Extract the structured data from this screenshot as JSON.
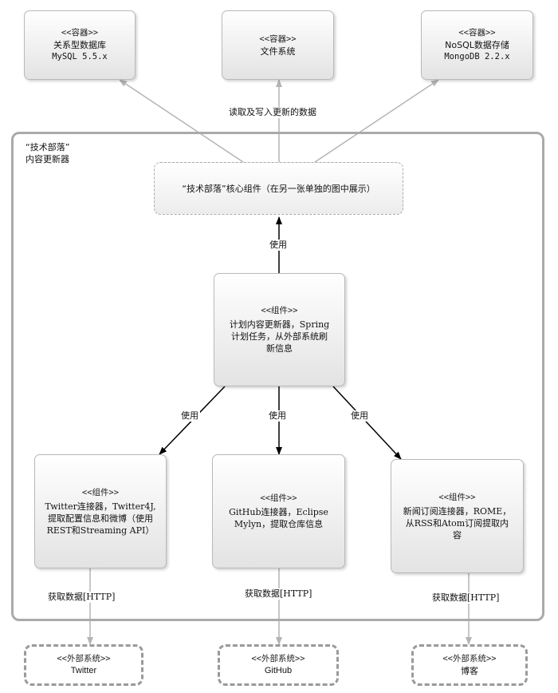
{
  "boundary": {
    "label_line1": "“技术部落”",
    "label_line2": "内容更新器"
  },
  "containers": [
    {
      "stereotype": "<<容器>>",
      "name": "关系型数据库",
      "tech": "MySQL 5.5.x"
    },
    {
      "stereotype": "<<容器>>",
      "name": "文件系统",
      "tech": ""
    },
    {
      "stereotype": "<<容器>>",
      "name": "NoSQL数据存储",
      "tech": "MongoDB 2.2.x"
    }
  ],
  "core": {
    "text": "“技术部落”核心组件（在另一张单独的图中展示）"
  },
  "scheduler": {
    "stereotype": "<<组件>>",
    "line1": "计划内容更新器，Spring",
    "line2": "计划任务，从外部系统刷",
    "line3": "新信息"
  },
  "connectors": [
    {
      "stereotype": "<<组件>>",
      "line1": "Twitter连接器，Twitter4J,",
      "line2": "提取配置信息和微博（使用",
      "line3": "REST和Streaming API）"
    },
    {
      "stereotype": "<<组件>>",
      "line1": "GitHub连接器，Eclipse",
      "line2": "Mylyn，提取仓库信息",
      "line3": ""
    },
    {
      "stereotype": "<<组件>>",
      "line1": "新闻订阅连接器，ROME，",
      "line2": "从RSS和Atom订阅提取内",
      "line3": "容"
    }
  ],
  "external": [
    {
      "stereotype": "<<外部系统>>",
      "name": "Twitter"
    },
    {
      "stereotype": "<<外部系统>>",
      "name": "GitHub"
    },
    {
      "stereotype": "<<外部系统>>",
      "name": "博客"
    }
  ],
  "edge_labels": {
    "read_write": "读取及写入更新的数据",
    "uses_core": "使用",
    "uses_twitter": "使用",
    "uses_github": "使用",
    "uses_feeds": "使用",
    "fetch_twitter": "获取数据[HTTP]",
    "fetch_github": "获取数据[HTTP]",
    "fetch_blog": "获取数据[HTTP]"
  },
  "colors": {
    "gray_arrow": "#b4b4b4",
    "black_arrow": "#000000",
    "boundary_border": "#aaaaaa"
  }
}
